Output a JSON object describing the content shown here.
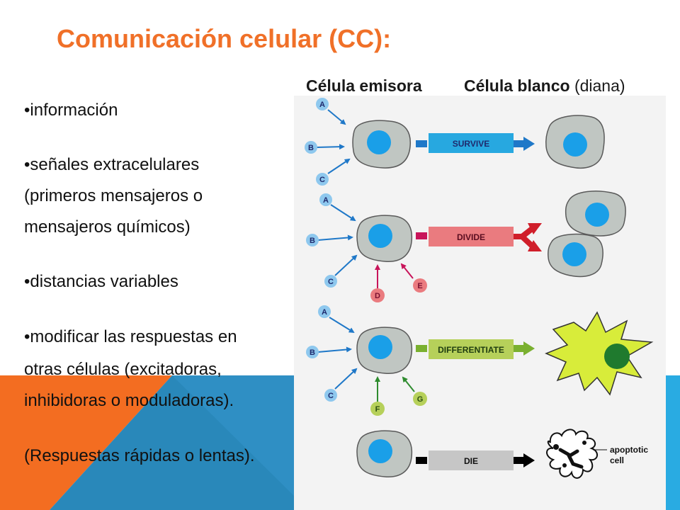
{
  "slide": {
    "title": "Comunicación celular (CC):",
    "sender_header": "Célula emisora",
    "target_header_bold": "Célula blanco",
    "target_header_normal": "(diana)",
    "bullets": [
      "•información",
      "•señales extracelulares",
      "(primeros mensajeros o",
      "mensajeros químicos)",
      "•distancias variables",
      "•modificar las respuestas en",
      "otras células (excitadoras,",
      "inhibidoras o moduladoras).",
      "(Respuestas rápidas o lentas)."
    ]
  },
  "diagram": {
    "signals": [
      "A",
      "B",
      "C",
      "A",
      "B",
      "C",
      "D",
      "E",
      "A",
      "B",
      "C",
      "F",
      "G"
    ],
    "responses": [
      "SURVIVE",
      "DIVIDE",
      "DIFFERENTIATE",
      "DIE"
    ],
    "apoptotic_label_1": "apoptotic",
    "apoptotic_label_2": "cell",
    "colors": {
      "title": "#f07028",
      "survive": "#27a8e0",
      "divide": "#ea7b7f",
      "differentiate": "#b6d05a",
      "die": "#c6c6c6",
      "nucleus": "#1a9fe8",
      "cell": "#c0c6c2"
    }
  }
}
